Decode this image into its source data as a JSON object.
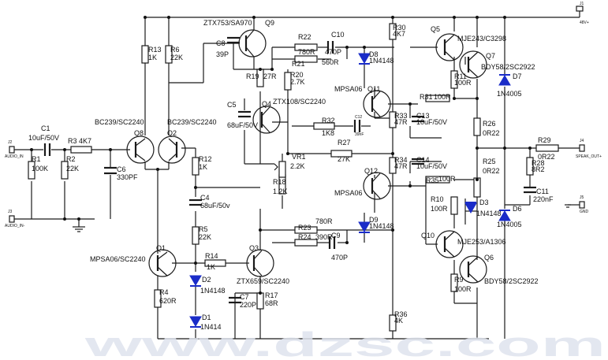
{
  "components": [
    {
      "id": "c1",
      "name": "C1",
      "value": "10uF/50V"
    },
    {
      "id": "r3",
      "name": "R3",
      "value": "4K7"
    },
    {
      "id": "r1",
      "name": "R1",
      "value": "100K"
    },
    {
      "id": "r2",
      "name": "R2",
      "value": "22K"
    },
    {
      "id": "c6",
      "name": "C6",
      "value": "330PF"
    },
    {
      "id": "q8",
      "name": "Q8",
      "value": "BC239/SC2240"
    },
    {
      "id": "q2",
      "name": "Q2",
      "value": "BC239/SC2240"
    },
    {
      "id": "r13",
      "name": "R13",
      "value": "1K"
    },
    {
      "id": "r6",
      "name": "R6",
      "value": "22K"
    },
    {
      "id": "r12",
      "name": "R12",
      "value": "1K"
    },
    {
      "id": "c4",
      "name": "C4",
      "value": "68uF/50v"
    },
    {
      "id": "r5",
      "name": "R5",
      "value": "22K"
    },
    {
      "id": "q1",
      "name": "Q1",
      "value": "MPSA06/SC2240"
    },
    {
      "id": "r14",
      "name": "R14",
      "value": "1K"
    },
    {
      "id": "d2",
      "name": "D2",
      "value": "1N4148"
    },
    {
      "id": "d1",
      "name": "D1",
      "value": "1N414"
    },
    {
      "id": "r4",
      "name": "R4",
      "value": "620R"
    },
    {
      "id": "q9",
      "name": "Q9",
      "value": "ZTX753/SA970"
    },
    {
      "id": "c8",
      "name": "C8",
      "value": "39P"
    },
    {
      "id": "r19",
      "name": "R19",
      "value": "27R"
    },
    {
      "id": "c5",
      "name": "C5",
      "value": "68uF/50V"
    },
    {
      "id": "q4",
      "name": "Q4",
      "value": "ZTX108/SC2240"
    },
    {
      "id": "r20",
      "name": "R20",
      "value": "2.7K"
    },
    {
      "id": "r22",
      "name": "R22",
      "value": "780R"
    },
    {
      "id": "c10",
      "name": "C10",
      "value": "470P"
    },
    {
      "id": "r21",
      "name": "R21",
      "value": "560R"
    },
    {
      "id": "vr1",
      "name": "VR1",
      "value": "2.2K"
    },
    {
      "id": "r18",
      "name": "R18",
      "value": "1.2K"
    },
    {
      "id": "q3",
      "name": "Q3",
      "value": "ZTX659/SC2240"
    },
    {
      "id": "c7",
      "name": "C7",
      "value": "220P"
    },
    {
      "id": "r17",
      "name": "R17",
      "value": "68R"
    },
    {
      "id": "r32",
      "name": "R32",
      "value": "1K8"
    },
    {
      "id": "c12",
      "name": "C12",
      "value": "39nF"
    },
    {
      "id": "r27",
      "name": "R27",
      "value": "27K"
    },
    {
      "id": "r23",
      "name": "R23",
      "value": "780R"
    },
    {
      "id": "r24",
      "name": "R24",
      "value": "390R"
    },
    {
      "id": "c9",
      "name": "C9",
      "value": "470P"
    },
    {
      "id": "r30",
      "name": "R30",
      "value": "4K7"
    },
    {
      "id": "d8",
      "name": "D8",
      "value": "1N4148"
    },
    {
      "id": "q11",
      "name": "Q11",
      "value": "MPSA06"
    },
    {
      "id": "r33",
      "name": "R33",
      "value": "47R"
    },
    {
      "id": "c13",
      "name": "C13",
      "value": "10uF/50V"
    },
    {
      "id": "r31",
      "name": "R31",
      "value": "100R"
    },
    {
      "id": "q12",
      "name": "Q12",
      "value": "MPSA06"
    },
    {
      "id": "r34",
      "name": "R34",
      "value": "47R"
    },
    {
      "id": "c14",
      "name": "C14",
      "value": "10uF/50V"
    },
    {
      "id": "r35",
      "name": "R35",
      "value": "100R"
    },
    {
      "id": "d9",
      "name": "D9",
      "value": "1N4148"
    },
    {
      "id": "r36",
      "name": "R36",
      "value": "4K"
    },
    {
      "id": "q5",
      "name": "Q5",
      "value": "MJE243/C3298"
    },
    {
      "id": "r11",
      "name": "R11",
      "value": "100R"
    },
    {
      "id": "q7",
      "name": "Q7",
      "value": "BDY58/2SC2922"
    },
    {
      "id": "d7",
      "name": "D7",
      "value": "1N4005"
    },
    {
      "id": "r26",
      "name": "R26",
      "value": "0R22"
    },
    {
      "id": "r25",
      "name": "R25",
      "value": "0R22"
    },
    {
      "id": "r10",
      "name": "R10",
      "value": "100R"
    },
    {
      "id": "d3",
      "name": "D3",
      "value": "1N4148"
    },
    {
      "id": "d6",
      "name": "D6",
      "value": "1N4005"
    },
    {
      "id": "q10",
      "name": "Q10",
      "value": "MJE253/A1306"
    },
    {
      "id": "r9",
      "name": "R9",
      "value": "100R"
    },
    {
      "id": "q6",
      "name": "Q6",
      "value": "BDY58/2SC2922"
    },
    {
      "id": "r29",
      "name": "R29",
      "value": "0R22"
    },
    {
      "id": "r28",
      "name": "R28",
      "value": "8R2"
    },
    {
      "id": "c11",
      "name": "C11",
      "value": "220nF"
    }
  ],
  "connectors": [
    {
      "id": "j1",
      "ref": "J1",
      "label": "48V+"
    },
    {
      "id": "j2",
      "ref": "J2",
      "label": "AUDIO_IN"
    },
    {
      "id": "j3",
      "ref": "J3",
      "label": "AUDIO_IN-"
    },
    {
      "id": "j4",
      "ref": "J4",
      "label": "SPEAK_OUT+"
    },
    {
      "id": "j5",
      "ref": "J5",
      "label": "GND"
    }
  ],
  "watermark": "www.dzsc.com",
  "colors": {
    "wire": "#1a1a1a",
    "diode": "#1a2cc8",
    "text": "#111111",
    "background": "#ffffff"
  }
}
